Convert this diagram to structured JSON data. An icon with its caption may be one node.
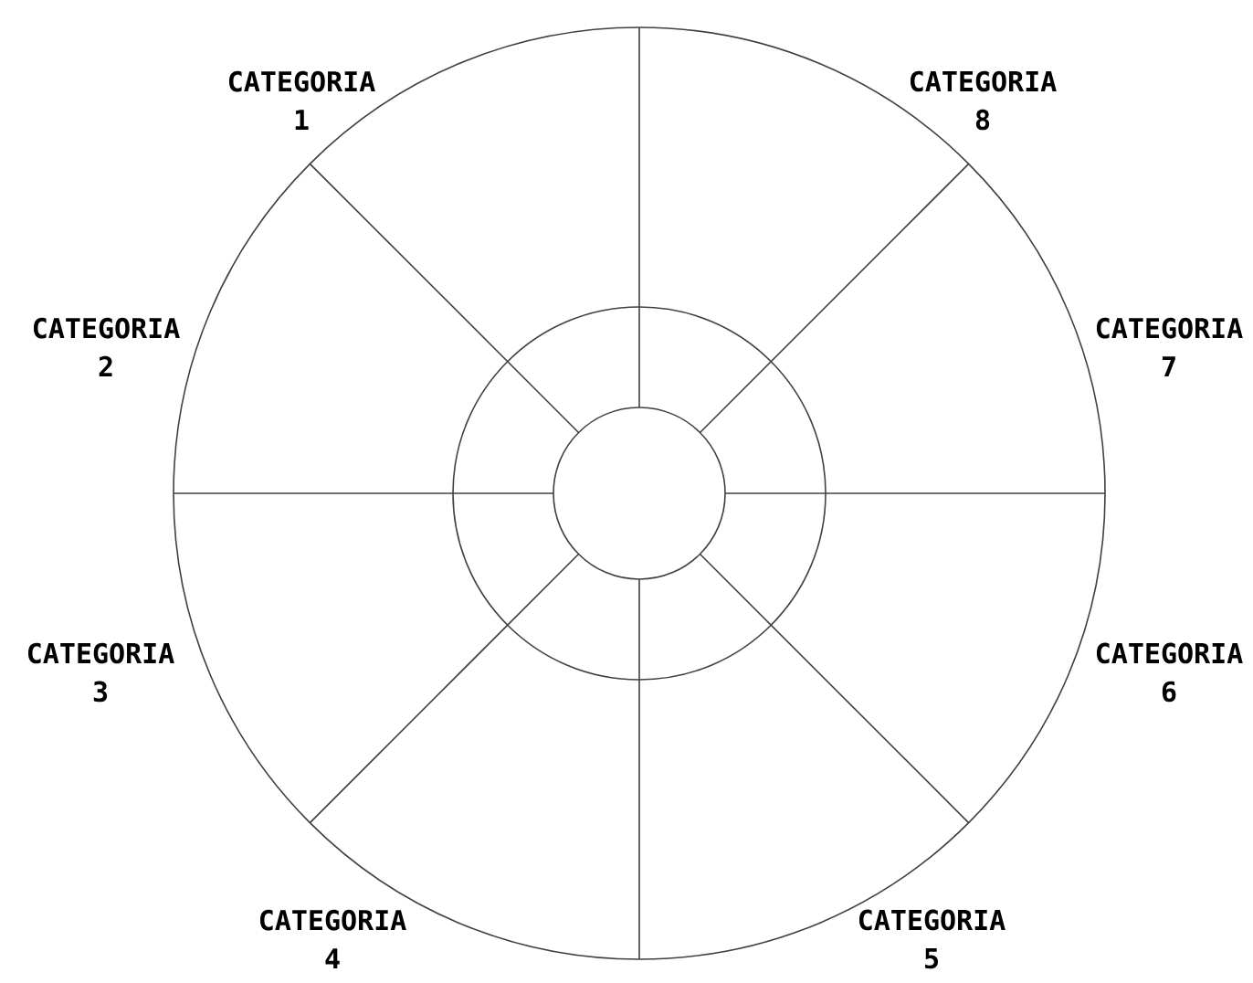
{
  "diagram": {
    "labels": [
      "CATEGORIA 1",
      "CATEGORIA 8",
      "CATEGORIA 2",
      "CATEGORIA 7",
      "CATEGORIA 3",
      "CATEGORIA 6",
      "CATEGORIA 4",
      "CATEGORIA 5"
    ]
  }
}
